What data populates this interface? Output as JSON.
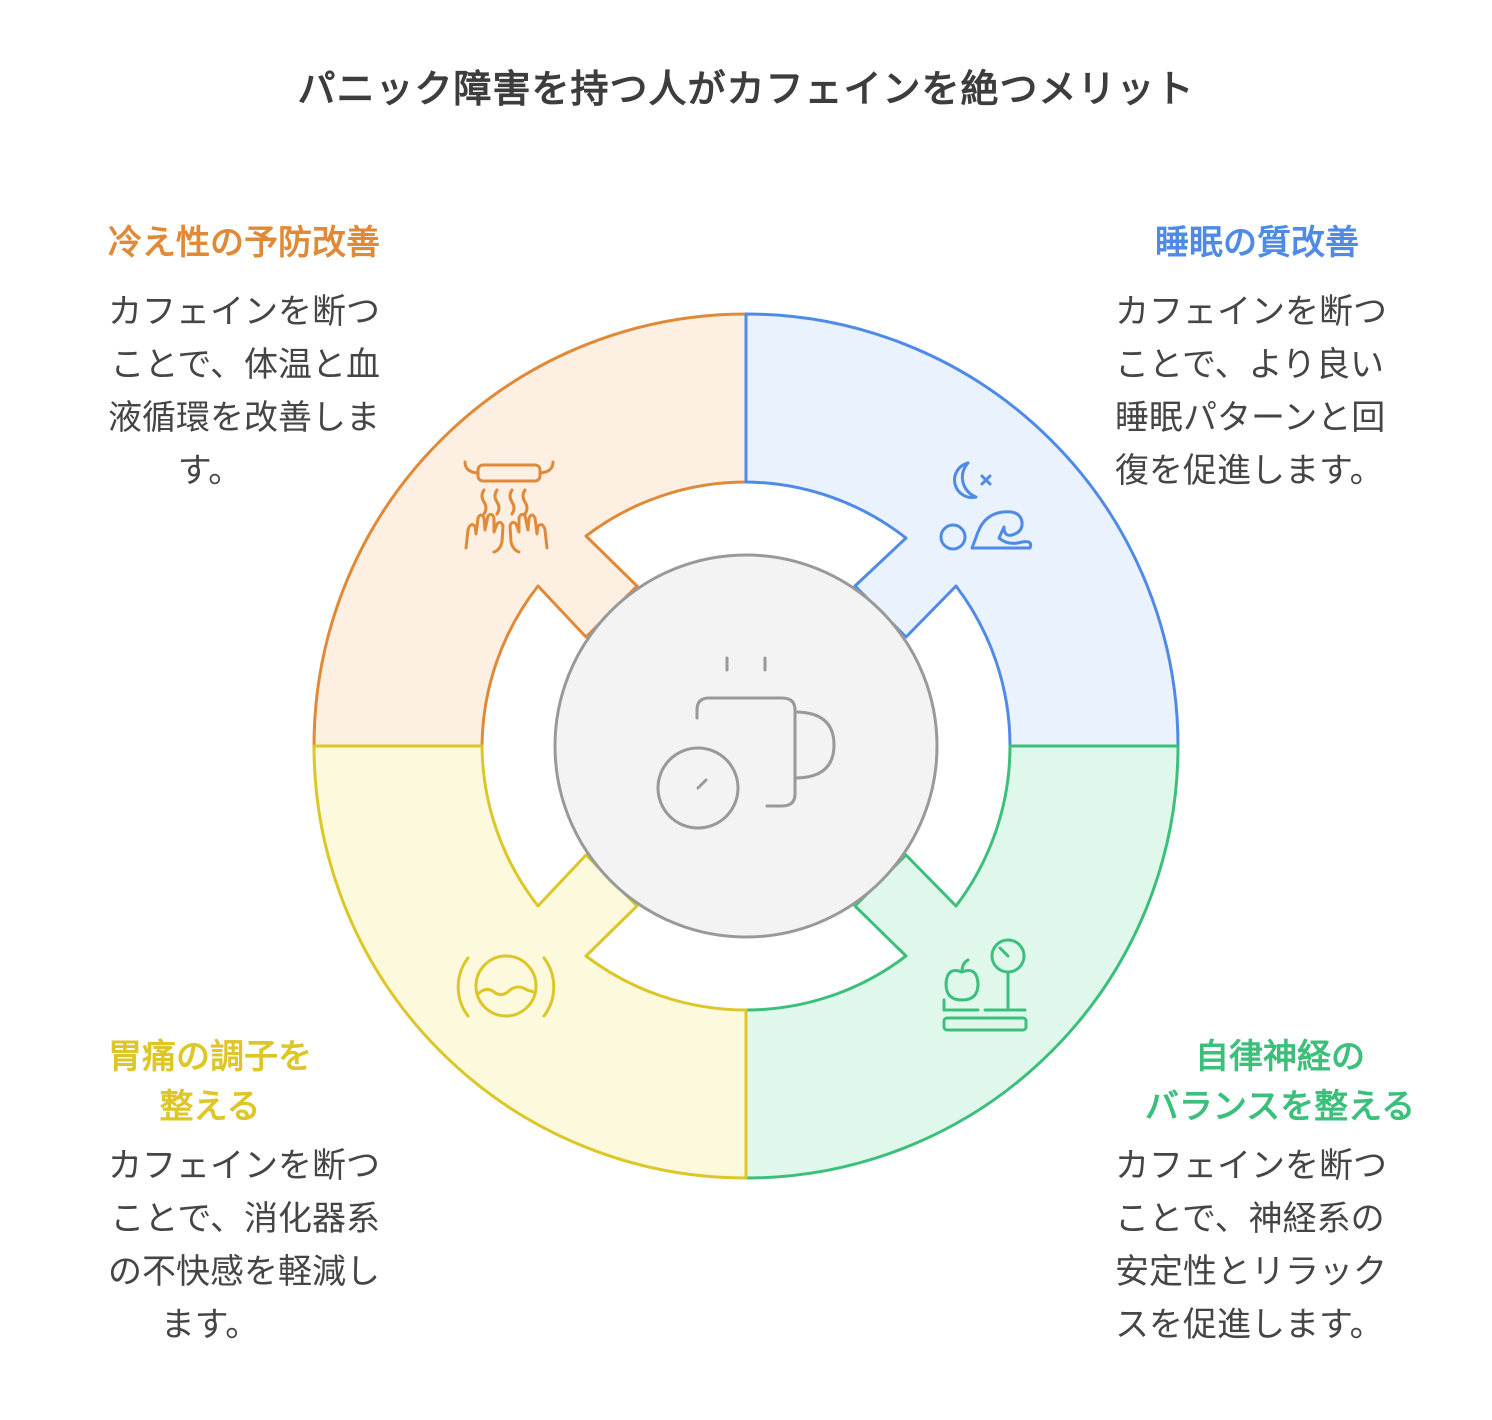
{
  "title": "パニック障害を持つ人がカフェインを絶つメリット",
  "colors": {
    "orange": "#e08a37",
    "blue": "#4f8be6",
    "green": "#3dbf7c",
    "yellow": "#ddc627",
    "center": "#999999"
  },
  "center": {
    "icon": "coffee-cup-clock-icon"
  },
  "quadrants": {
    "top_left": {
      "heading": "冷え性の予防改善",
      "desc_lines": [
        "カフェインを断つ",
        "ことで、体温と血",
        "液循環を改善しま",
        "す。"
      ],
      "icon": "heater-hands-icon"
    },
    "top_right": {
      "heading": "睡眠の質改善",
      "desc_lines": [
        "カフェインを断つ",
        "ことで、より良い",
        "睡眠パターンと回",
        "復を促進します。"
      ],
      "icon": "moon-sleep-icon"
    },
    "bottom_left": {
      "heading_lines": [
        "胃痛の調子を",
        "整える"
      ],
      "desc_lines": [
        "カフェインを断つ",
        "ことで、消化器系",
        "の不快感を軽減し",
        "ます。"
      ],
      "icon": "stomach-wave-icon"
    },
    "bottom_right": {
      "heading_lines": [
        "自律神経の",
        "バランスを整える"
      ],
      "desc_lines": [
        "カフェインを断つ",
        "ことで、神経系の",
        "安定性とリラック",
        "スを促進します。"
      ],
      "icon": "scale-apple-icon"
    }
  }
}
